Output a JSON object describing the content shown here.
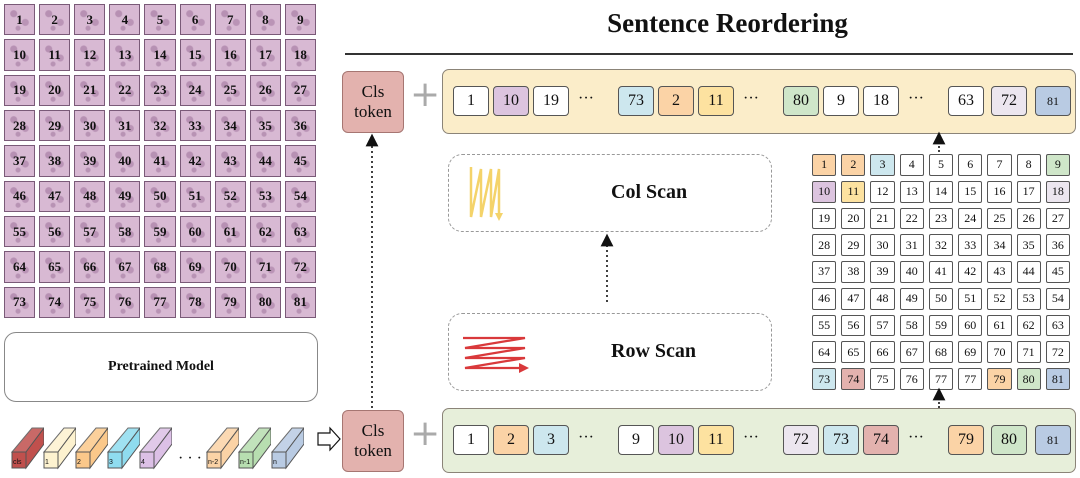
{
  "title": "Sentence Reordering",
  "patches": [
    "1",
    "2",
    "3",
    "4",
    "5",
    "6",
    "7",
    "8",
    "9",
    "10",
    "11",
    "12",
    "13",
    "14",
    "15",
    "16",
    "17",
    "18",
    "19",
    "20",
    "21",
    "22",
    "23",
    "24",
    "25",
    "26",
    "27",
    "28",
    "29",
    "30",
    "31",
    "32",
    "33",
    "34",
    "35",
    "36",
    "37",
    "38",
    "39",
    "40",
    "41",
    "42",
    "43",
    "44",
    "45",
    "46",
    "47",
    "48",
    "49",
    "50",
    "51",
    "52",
    "53",
    "54",
    "55",
    "56",
    "57",
    "58",
    "59",
    "60",
    "61",
    "62",
    "63",
    "64",
    "65",
    "66",
    "67",
    "68",
    "69",
    "70",
    "71",
    "72",
    "73",
    "74",
    "75",
    "76",
    "77",
    "78",
    "79",
    "80",
    "81"
  ],
  "pretrained_label": "Pretrained Model",
  "cls_line1": "Cls",
  "cls_line2": "token",
  "row_scan_label": "Row Scan",
  "col_scan_label": "Col Scan",
  "ellipsis": "···",
  "cube_ellipsis": "· · ·",
  "colors": {
    "cls": "#e3b2ae",
    "orange": "#fbd3a6",
    "cyan": "#cde7ee",
    "purple": "#dcc4df",
    "yellow": "#fde2a0",
    "lavender": "#ece6ef",
    "green": "#cfe6c9",
    "blue": "#b9cbe3",
    "white": "#ffffff"
  },
  "top_tokens": [
    {
      "t": "1",
      "c": "white"
    },
    {
      "t": "10",
      "c": "purple"
    },
    {
      "t": "19",
      "c": "white"
    },
    {
      "t": "73",
      "c": "cyan"
    },
    {
      "t": "2",
      "c": "orange"
    },
    {
      "t": "11",
      "c": "yellow"
    },
    {
      "t": "80",
      "c": "green"
    },
    {
      "t": "9",
      "c": "white"
    },
    {
      "t": "18",
      "c": "white"
    },
    {
      "t": "63",
      "c": "white"
    },
    {
      "t": "72",
      "c": "lavender"
    },
    {
      "t": "81",
      "c": "blue"
    }
  ],
  "bottom_tokens": [
    {
      "t": "1",
      "c": "white"
    },
    {
      "t": "2",
      "c": "orange"
    },
    {
      "t": "3",
      "c": "cyan"
    },
    {
      "t": "9",
      "c": "white"
    },
    {
      "t": "10",
      "c": "purple"
    },
    {
      "t": "11",
      "c": "yellow"
    },
    {
      "t": "72",
      "c": "lavender"
    },
    {
      "t": "73",
      "c": "cyan"
    },
    {
      "t": "74",
      "c": "cls"
    },
    {
      "t": "79",
      "c": "orange"
    },
    {
      "t": "80",
      "c": "green"
    },
    {
      "t": "81",
      "c": "blue"
    }
  ],
  "grid_cells": [
    {
      "t": "1",
      "c": "orange"
    },
    {
      "t": "2",
      "c": "orange"
    },
    {
      "t": "3",
      "c": "cyan"
    },
    {
      "t": "4"
    },
    {
      "t": "5"
    },
    {
      "t": "6"
    },
    {
      "t": "7"
    },
    {
      "t": "8"
    },
    {
      "t": "9",
      "c": "green"
    },
    {
      "t": "10",
      "c": "purple"
    },
    {
      "t": "11",
      "c": "yellow"
    },
    {
      "t": "12"
    },
    {
      "t": "13"
    },
    {
      "t": "14"
    },
    {
      "t": "15"
    },
    {
      "t": "16"
    },
    {
      "t": "17"
    },
    {
      "t": "18",
      "c": "lavender"
    },
    {
      "t": "19"
    },
    {
      "t": "20"
    },
    {
      "t": "21"
    },
    {
      "t": "22"
    },
    {
      "t": "23"
    },
    {
      "t": "24"
    },
    {
      "t": "25"
    },
    {
      "t": "26"
    },
    {
      "t": "27"
    },
    {
      "t": "28"
    },
    {
      "t": "29"
    },
    {
      "t": "30"
    },
    {
      "t": "31"
    },
    {
      "t": "32"
    },
    {
      "t": "33"
    },
    {
      "t": "34"
    },
    {
      "t": "35"
    },
    {
      "t": "36"
    },
    {
      "t": "37"
    },
    {
      "t": "38"
    },
    {
      "t": "39"
    },
    {
      "t": "40"
    },
    {
      "t": "41"
    },
    {
      "t": "42"
    },
    {
      "t": "43"
    },
    {
      "t": "44"
    },
    {
      "t": "45"
    },
    {
      "t": "46"
    },
    {
      "t": "47"
    },
    {
      "t": "48"
    },
    {
      "t": "49"
    },
    {
      "t": "50"
    },
    {
      "t": "51"
    },
    {
      "t": "52"
    },
    {
      "t": "53"
    },
    {
      "t": "54"
    },
    {
      "t": "55"
    },
    {
      "t": "56"
    },
    {
      "t": "57"
    },
    {
      "t": "58"
    },
    {
      "t": "59"
    },
    {
      "t": "60"
    },
    {
      "t": "61"
    },
    {
      "t": "62"
    },
    {
      "t": "63"
    },
    {
      "t": "64"
    },
    {
      "t": "65"
    },
    {
      "t": "66"
    },
    {
      "t": "67"
    },
    {
      "t": "68"
    },
    {
      "t": "69"
    },
    {
      "t": "70"
    },
    {
      "t": "71"
    },
    {
      "t": "72"
    },
    {
      "t": "73",
      "c": "cyan"
    },
    {
      "t": "74",
      "c": "cls"
    },
    {
      "t": "75"
    },
    {
      "t": "76"
    },
    {
      "t": "77"
    },
    {
      "t": "77"
    },
    {
      "t": "79",
      "c": "orange"
    },
    {
      "t": "80",
      "c": "green"
    },
    {
      "t": "81",
      "c": "blue"
    }
  ],
  "cubes": [
    {
      "t": "cls",
      "c": "#c0504d"
    },
    {
      "t": "1",
      "c": "#fdf2cf"
    },
    {
      "t": "2",
      "c": "#fbc88a"
    },
    {
      "t": "3",
      "c": "#8fdcef"
    },
    {
      "t": "4",
      "c": "#dcc0e6"
    },
    {
      "t": "n-2",
      "c": "#fbd3a6"
    },
    {
      "t": "n-1",
      "c": "#b7deb0"
    },
    {
      "t": "n",
      "c": "#b9cbe3"
    }
  ]
}
